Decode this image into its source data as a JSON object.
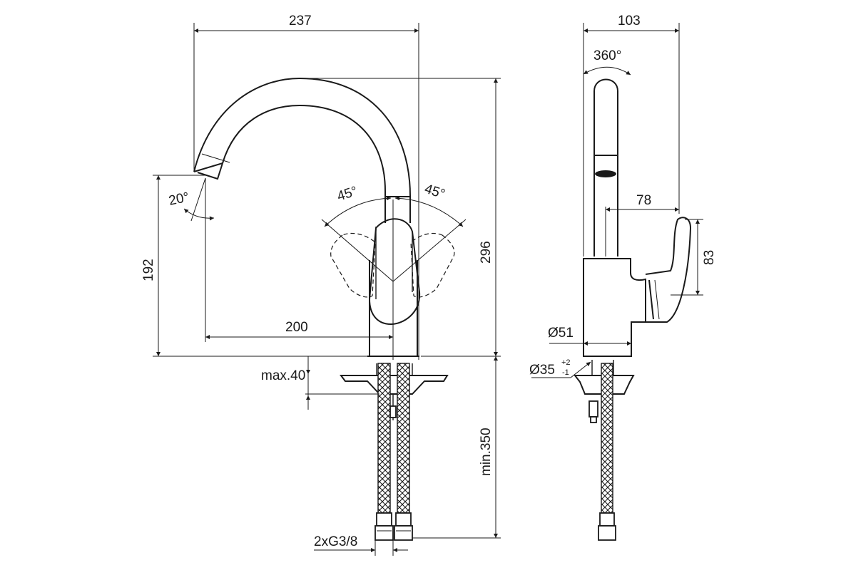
{
  "dimensions": {
    "overall_width": "237",
    "side_depth": "103",
    "rotation": "360°",
    "spout_tilt": "20°",
    "lever_left": "45°",
    "lever_right": "45°",
    "outlet_height": "192",
    "total_height": "296",
    "spout_reach": "200",
    "max_deck": "max.40",
    "min_hose": "min.350",
    "connection": "2xG3/8",
    "lever_reach": "78",
    "lever_height": "83",
    "body_diameter": "Ø51",
    "hole_diameter": "Ø35",
    "hole_tol_upper": "+2",
    "hole_tol_lower": "-1"
  }
}
